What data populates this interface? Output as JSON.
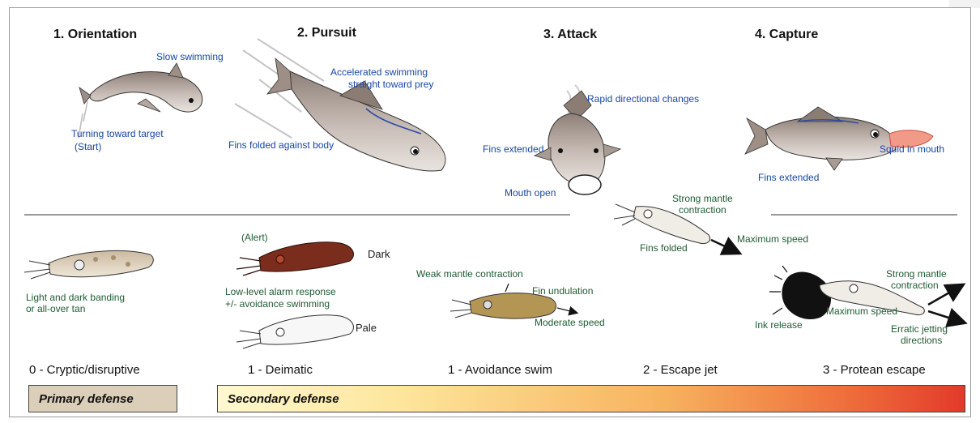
{
  "predator_phases": {
    "orientation": {
      "title": "1. Orientation",
      "slow_swimming": "Slow swimming",
      "turning_toward_target": "Turning toward target",
      "start": "(Start)"
    },
    "pursuit": {
      "title": "2. Pursuit",
      "accelerated_swimming": "Accelerated swimming",
      "straight_toward_prey": "straight toward prey",
      "fins_folded": "Fins folded against body"
    },
    "attack": {
      "title": "3. Attack",
      "rapid_directional_changes": "Rapid directional changes",
      "fins_extended": "Fins extended",
      "mouth_open": "Mouth open"
    },
    "capture": {
      "title": "4. Capture",
      "squid_in_mouth": "Squid in mouth",
      "fins_extended": "Fins extended"
    }
  },
  "prey_responses": {
    "cryptic": {
      "description_line1": "Light and dark banding",
      "description_line2": "or all-over tan",
      "label": "0 - Cryptic/disruptive"
    },
    "deimatic": {
      "alert": "(Alert)",
      "dark": "Dark",
      "pale": "Pale",
      "alarm_line1": "Low-level alarm response",
      "alarm_line2": "+/- avoidance swimming",
      "label": "1 - Deimatic"
    },
    "avoidance_swim": {
      "weak_mantle_contraction": "Weak mantle contraction",
      "fin_undulation": "Fin undulation",
      "moderate_speed": "Moderate speed",
      "label": "1 - Avoidance swim"
    },
    "escape_jet": {
      "strong_mantle_line1": "Strong mantle",
      "strong_mantle_line2": "contraction",
      "fins_folded": "Fins folded",
      "maximum_speed": "Maximum speed",
      "label": "2 - Escape jet"
    },
    "protean_escape": {
      "strong_mantle_line1": "Strong mantle",
      "strong_mantle_line2": "contraction",
      "maximum_speed": "Maximum speed",
      "ink_release": "Ink release",
      "erratic_line1": "Erratic jetting",
      "erratic_line2": "directions",
      "label": "3 - Protean escape"
    }
  },
  "defense_bars": {
    "primary": "Primary defense",
    "secondary": "Secondary defense"
  },
  "colors": {
    "predator_label": "#1747a6",
    "prey_label": "#1f5a32",
    "primary_fill": "#dccfb9",
    "secondary_gradient_start": "#fff8d0",
    "secondary_gradient_end": "#e23a2a"
  }
}
